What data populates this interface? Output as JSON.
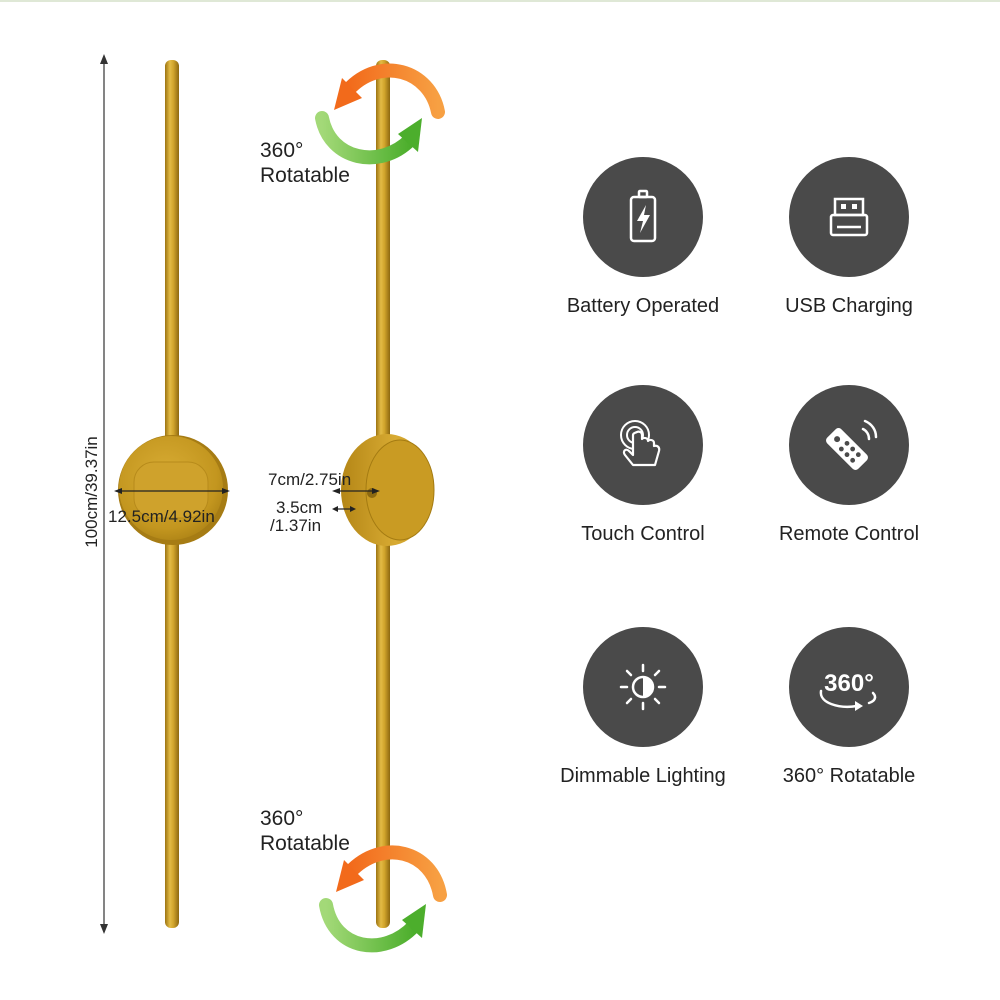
{
  "dimensions": {
    "height": "100cm/39.37in",
    "disc_diameter": "12.5cm/4.92in",
    "disc_width": "7cm/2.75in",
    "depth_line1": "3.5cm",
    "depth_line2": "/1.37in"
  },
  "rotation": {
    "top_line1": "360°",
    "top_line2": "Rotatable",
    "bottom_line1": "360°",
    "bottom_line2": "Rotatable"
  },
  "features": [
    {
      "label": "Battery Operated",
      "icon": "battery-icon"
    },
    {
      "label": "USB Charging",
      "icon": "usb-icon"
    },
    {
      "label": "Touch Control",
      "icon": "touch-icon"
    },
    {
      "label": "Remote Control",
      "icon": "remote-icon"
    },
    {
      "label": "Dimmable Lighting",
      "icon": "sun-icon"
    },
    {
      "label": "360° Rotatable",
      "icon": "rotate-360-icon"
    }
  ],
  "icon_badge_text": "360°",
  "colors": {
    "gold": "#c89b22",
    "circle": "#4a4a4a",
    "arrow_orange": "#f07c22",
    "arrow_green": "#6ec13f"
  }
}
